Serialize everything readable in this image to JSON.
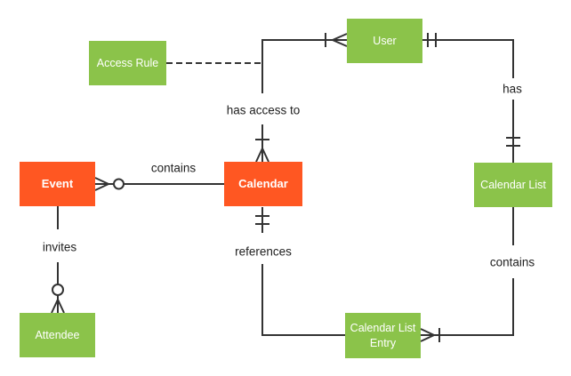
{
  "diagram": {
    "background": "#ffffff",
    "line_color": "#333333",
    "label_color": "#212121",
    "entity_text_color": "#ffffff",
    "entity_colors": {
      "green": "#8BC34A",
      "orange": "#FF5722"
    },
    "entities": {
      "access_rule": {
        "label": "Access Rule",
        "color": "#8BC34A"
      },
      "user": {
        "label": "User",
        "color": "#8BC34A"
      },
      "event": {
        "label": "Event",
        "color": "#FF5722"
      },
      "calendar": {
        "label": "Calendar",
        "color": "#FF5722"
      },
      "calendar_list": {
        "label": "Calendar List",
        "color": "#8BC34A"
      },
      "attendee": {
        "label": "Attendee",
        "color": "#8BC34A"
      },
      "calendar_list_entry": {
        "label": "Calendar List Entry",
        "color": "#8BC34A"
      }
    },
    "relationships": {
      "user_has_access_to_calendar": {
        "label": "has access to",
        "from": "User",
        "to": "Calendar",
        "from_cardinality": "one or many",
        "to_cardinality": "one or many",
        "style": "solid"
      },
      "access_rule_attachment": {
        "label": "",
        "from": "Access Rule",
        "to": "has access to relationship",
        "style": "dashed"
      },
      "user_has_calendar_list": {
        "label": "has",
        "from": "User",
        "to": "Calendar List",
        "from_cardinality": "exactly one",
        "to_cardinality": "exactly one",
        "style": "solid"
      },
      "calendar_list_contains_entry": {
        "label": "contains",
        "from": "Calendar List",
        "to": "Calendar List Entry",
        "to_cardinality": "one or many",
        "style": "solid"
      },
      "entry_references_calendar": {
        "label": "references",
        "from": "Calendar List Entry",
        "to": "Calendar",
        "to_cardinality": "exactly one",
        "style": "solid"
      },
      "calendar_contains_event": {
        "label": "contains",
        "from": "Calendar",
        "to": "Event",
        "to_cardinality": "zero or many",
        "style": "solid"
      },
      "event_invites_attendee": {
        "label": "invites",
        "from": "Event",
        "to": "Attendee",
        "to_cardinality": "zero or many",
        "style": "solid"
      }
    }
  }
}
